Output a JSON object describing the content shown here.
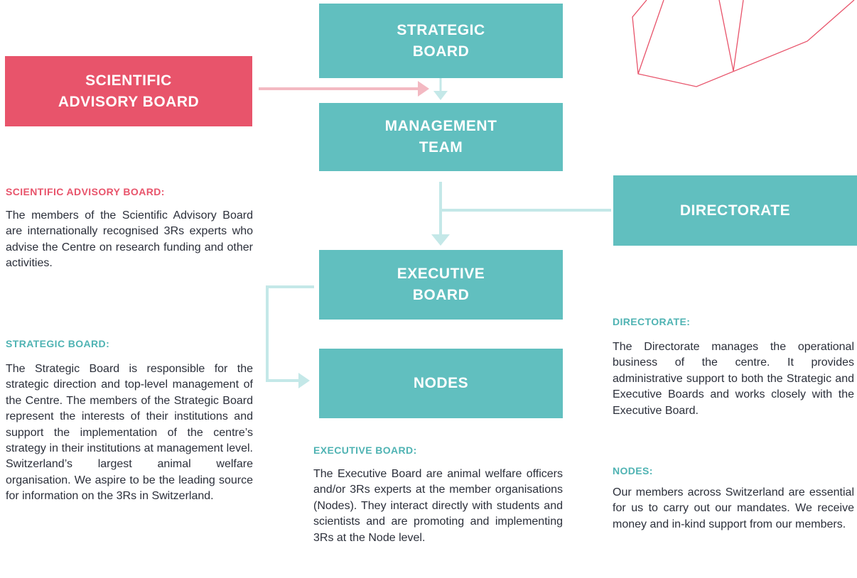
{
  "boxes": {
    "strategic_board": "STRATEGIC\nBOARD",
    "scientific_advisory_board": "SCIENTIFIC\nADVISORY BOARD",
    "management_team": "MANAGEMENT\nTEAM",
    "directorate": "DIRECTORATE",
    "executive_board": "EXECUTIVE\nBOARD",
    "nodes": "NODES"
  },
  "descriptions": {
    "scientific_advisory_board": {
      "heading": "SCIENTIFIC ADVISORY BOARD:",
      "text": "The members of the Scientific Advisory Board are internationally recognised 3Rs experts who advise the Centre on research funding and other activities."
    },
    "strategic_board": {
      "heading": "STRATEGIC BOARD:",
      "text": "The Strategic Board is responsible for the strategic direction and top-level management of the Centre. The members of the Strategic Board represent the interests of their institutions and support the implementation of the centre’s strategy in their institutions at management level. Switzerland’s largest animal welfare organisation. We aspire to be the leading source for information on the 3Rs in Switzerland."
    },
    "executive_board": {
      "heading": "EXECUTIVE BOARD:",
      "text": "The Executive Board are animal welfare officers and/or 3Rs experts at the member organisations (Nodes). They interact directly with students and scientists and are promoting and implementing 3Rs at the Node level."
    },
    "directorate": {
      "heading": "DIRECTORATE:",
      "text": "The Directorate manages the operational business of the centre. It provides administrative support to both the Strategic and Executive Boards and works closely with the Executive Board."
    },
    "nodes": {
      "heading": "NODES:",
      "text": "Our members across Switzerland are essential for us to carry out our mandates. We receive money and in-kind support from our members."
    }
  },
  "colors": {
    "teal": "#61bfbf",
    "pink": "#e8546b",
    "connector_teal": "#c4e8e8",
    "connector_pink": "#f3b9c2"
  }
}
